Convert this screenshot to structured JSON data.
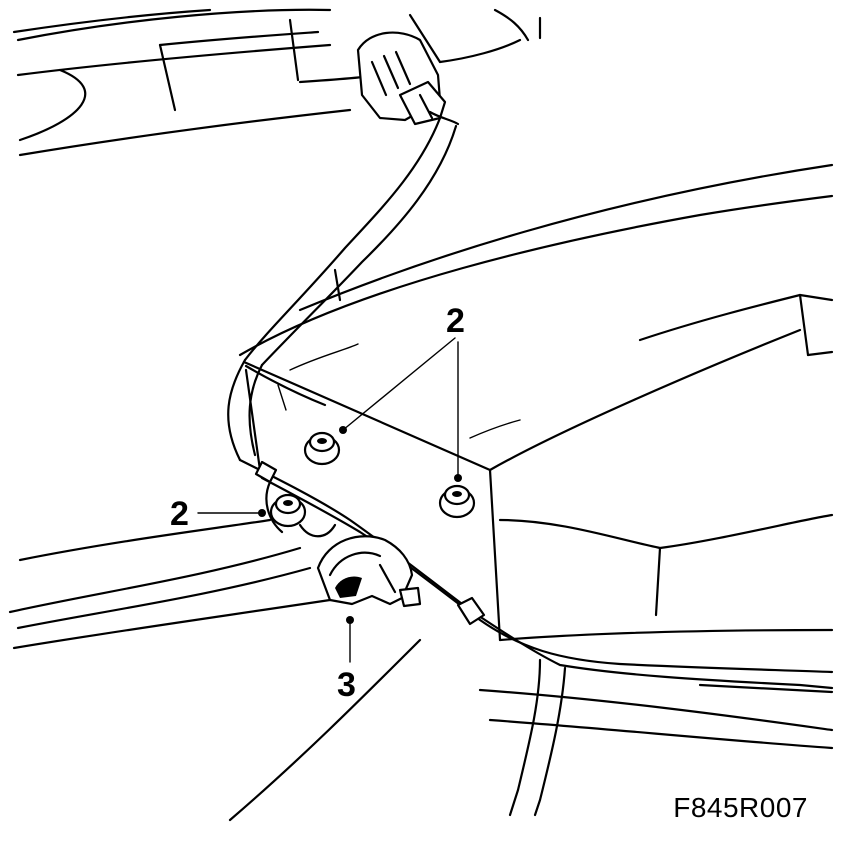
{
  "callouts": [
    {
      "id": "nuts-upper",
      "label": "2"
    },
    {
      "id": "nut-left",
      "label": "2"
    },
    {
      "id": "clip",
      "label": "3"
    }
  ],
  "figure_code": "F845R007"
}
